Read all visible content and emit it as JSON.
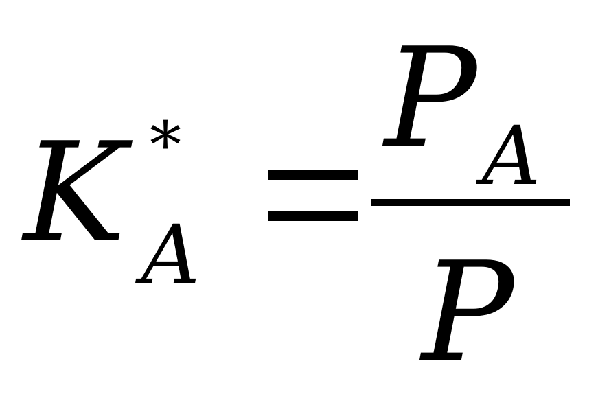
{
  "formula": {
    "lhs_symbol": "K",
    "lhs_superscript": "*",
    "lhs_subscript": "A",
    "equals_sign": "=",
    "numerator_symbol": "P",
    "numerator_subscript": "A",
    "denominator_symbol": "P"
  },
  "colors": {
    "background": "#ffffff",
    "ink": "#000000"
  }
}
